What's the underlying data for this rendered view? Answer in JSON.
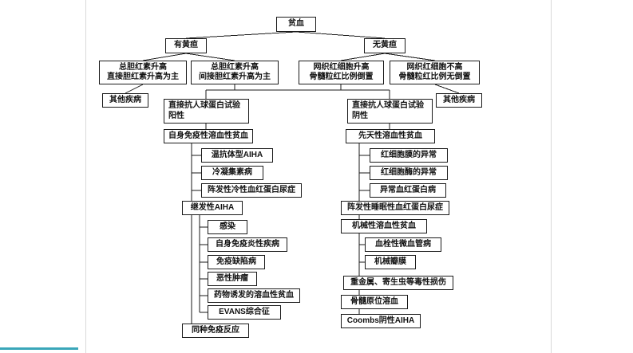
{
  "diagram": {
    "title": "贫血",
    "colors": {
      "box_border": "#1a1a1a",
      "line": "#1a1a1a",
      "slide_edge": "#d9d9d9",
      "bottom_accent": "#3aa6b9"
    },
    "nodes": {
      "anemia": "贫血",
      "jaundice": "有黄疸",
      "no_jaundice": "无黄疸",
      "tb_direct": "总胆红素升高\n直接胆红素升高为主",
      "tb_indirect": "总胆红素升高\n间接胆红素升高为主",
      "retic_high": "网织红细胞升高\n骨髓粒红比例倒置",
      "retic_not_high": "网织红细胞不高\n骨髓粒红比例无倒置",
      "other_disease_left": "其他疾病",
      "other_disease_right": "其他疾病",
      "dat_positive": "直接抗人球蛋白试验\n阳性",
      "dat_negative": "直接抗人球蛋白试验\n阴性",
      "aiha": "自身免疫性溶血性贫血",
      "warm_aiha": "温抗体型AIHA",
      "cold_agglutinin": "冷凝集素病",
      "pch": "阵发性冷性血红蛋白尿症",
      "secondary_aiha": "继发性AIHA",
      "infection": "感染",
      "autoimmune_inflammatory": "自身免疫炎性疾病",
      "immunodeficiency": "免疫缺陷病",
      "malignancy": "恶性肿瘤",
      "drug_induced": "药物诱发的溶血性贫血",
      "evans": "EVANS综合征",
      "alloimmune": "同种免疫反应",
      "congenital": "先天性溶血性贫血",
      "rbc_membrane": "红细胞膜的异常",
      "rbc_enzyme": "红细胞酶的异常",
      "abnormal_hb": "异常血红蛋白病",
      "pnh": "阵发性睡眠性血红蛋白尿症",
      "mechanical_ha": "机械性溶血性贫血",
      "tma": "血栓性微血管病",
      "mech_valve": "机械瓣膜",
      "toxic_injury": "重金属、寄生虫等毒性损伤",
      "marrow_hemolysis": "骨髓原位溶血",
      "coombs_neg_aiha": "Coombs阴性AIHA"
    }
  }
}
